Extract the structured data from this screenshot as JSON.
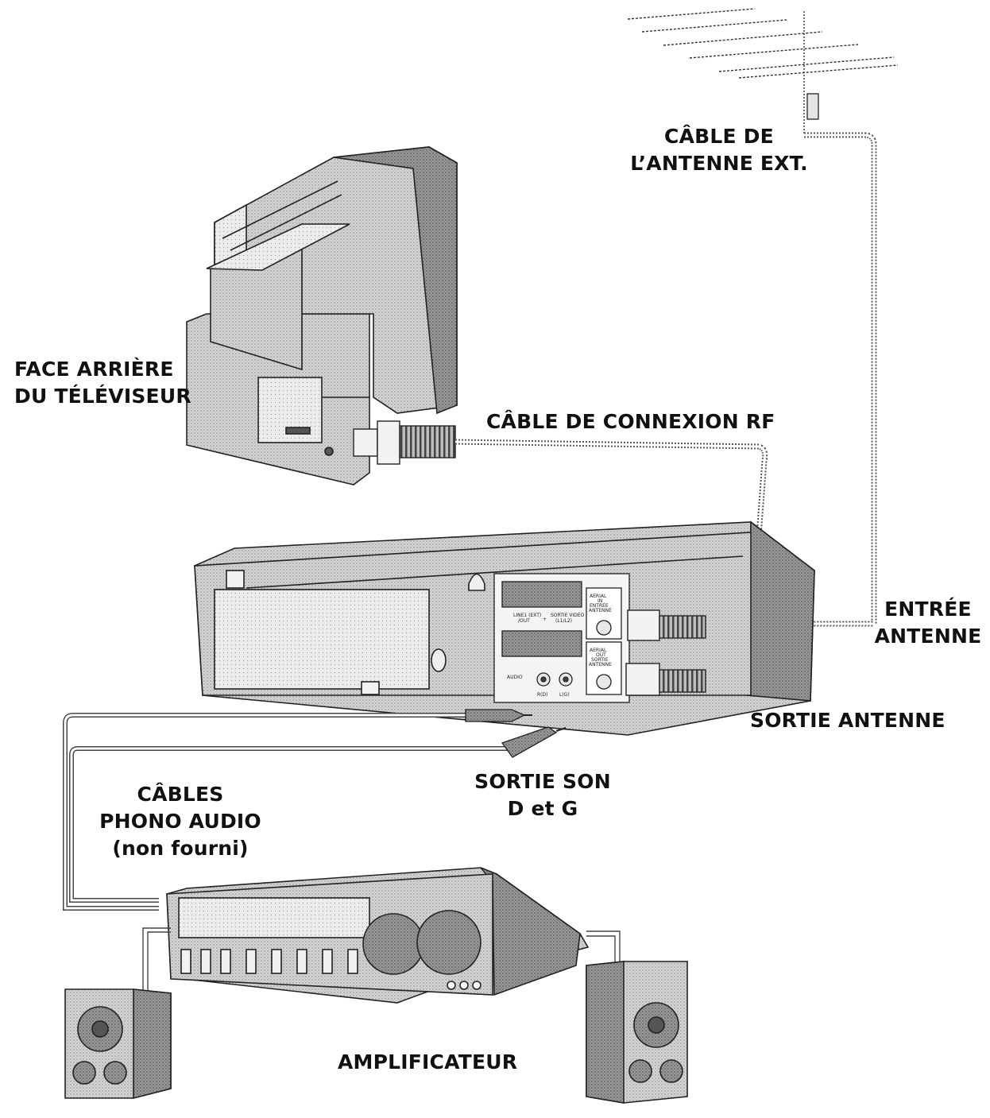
{
  "labels": {
    "antenna_cable": [
      "CÂBLE DE",
      "L’ANTENNE EXT."
    ],
    "tv_back": [
      "FACE ARRIÈRE",
      "DU TÉLÉVISEUR"
    ],
    "rf_cable": "CÂBLE DE CONNEXION RF",
    "antenna_in": [
      "ENTRÉE",
      "ANTENNE"
    ],
    "antenna_out": "SORTIE ANTENNE",
    "audio_out": [
      "SORTIE SON",
      "D et G"
    ],
    "phono_cables": [
      "CÂBLES",
      "PHONO AUDIO",
      "(non fourni)"
    ],
    "amplifier": "AMPLIFICATEUR"
  },
  "vcr_panel": {
    "scart1": [
      "LINE1 (EXT)",
      "/OUT"
    ],
    "scart_plus": "+",
    "scart1_right": [
      "SORTIE VIDÉO",
      "(L1/L2)"
    ],
    "aerial_in": [
      "AERIAL",
      "IN",
      "ENTRÉE",
      "ANTENNE"
    ],
    "aerial_out": [
      "AERIAL",
      "OUT",
      "SORTIE",
      "ANTENNE"
    ],
    "audio": "AUDIO",
    "audio_r": "R(D)",
    "audio_l": "L(G)"
  },
  "colors": {
    "ink": "#111111",
    "gray": "#c8c8c8",
    "dark_gray": "#8a8a8a",
    "paper": "#ffffff"
  }
}
